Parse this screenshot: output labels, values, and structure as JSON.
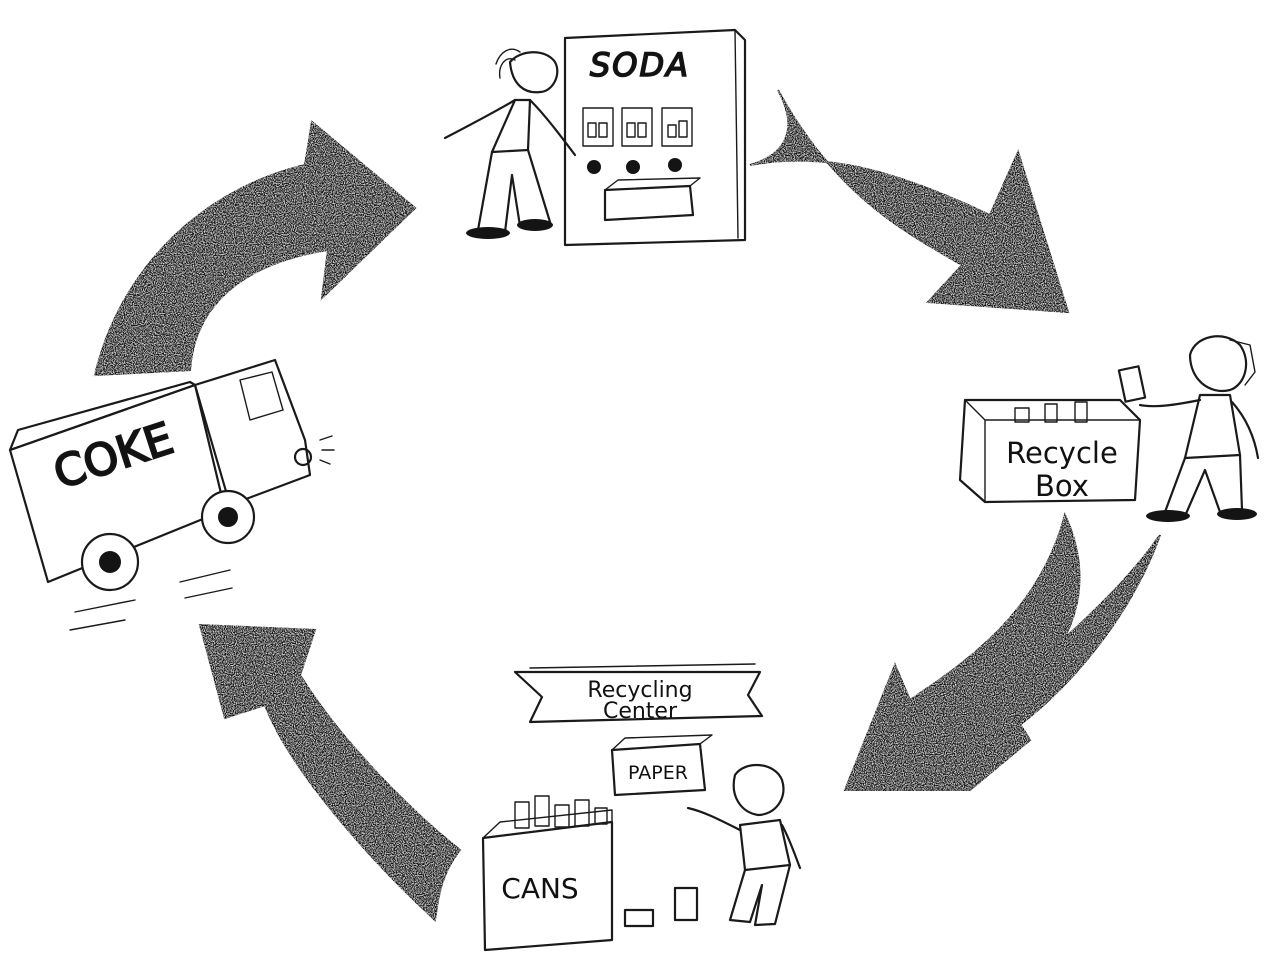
{
  "stages": {
    "vending": {
      "sign": "SODA"
    },
    "recycle_box": {
      "line1": "Recycle",
      "line2": "Box"
    },
    "center": {
      "banner_line1": "Recycling",
      "banner_line2": "Center",
      "paper_bin": "PAPER",
      "cans_bin": "CANS"
    },
    "truck": {
      "label": "COKE"
    }
  },
  "colors": {
    "ink": "#141414",
    "paper": "#ffffff"
  }
}
